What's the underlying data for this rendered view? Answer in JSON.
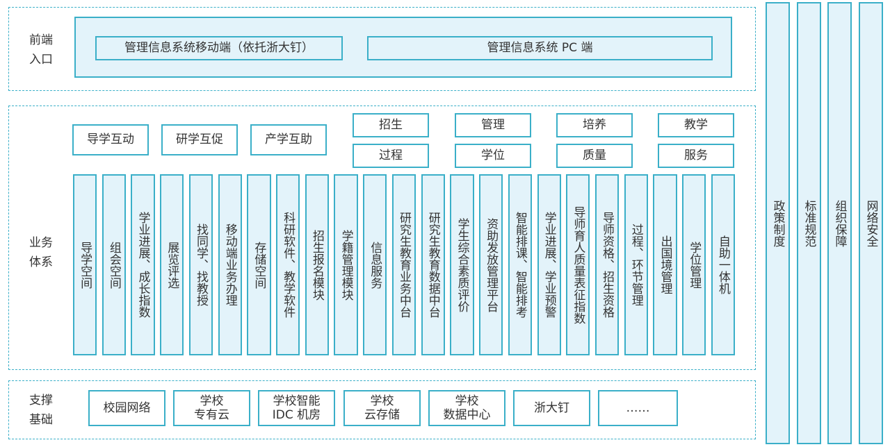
{
  "front": {
    "label": [
      "前端",
      "入口"
    ],
    "mobile": "管理信息系统移动端（依托浙大钉）",
    "pc": "管理信息系统 PC 端"
  },
  "business": {
    "label": [
      "业务",
      "体系"
    ],
    "top_items": [
      "导学互动",
      "研学互促",
      "产学互助"
    ],
    "pairs": [
      [
        "招生",
        "过程"
      ],
      [
        "管理",
        "学位"
      ],
      [
        "培养",
        "质量"
      ],
      [
        "教学",
        "服务"
      ]
    ],
    "columns": [
      "导学空间",
      "组会空间",
      "学业进展、成长指数",
      "展览评选",
      "找同学、找教授",
      "移动端业务办理",
      "存储空间",
      "科研软件、教学软件",
      "招生报名模块",
      "学籍管理模块",
      "信息服务",
      "研究生教育业务中台",
      "研究生教育数据中台",
      "学生综合素质评价",
      "资助发放管理平台",
      "智能排课、智能排考",
      "学业进展、学业预警",
      "导师育人质量表征指数",
      "导师资格、招生资格",
      "过程、环节管理",
      "出国境管理",
      "学位管理",
      "自助一体机"
    ]
  },
  "support": {
    "label": [
      "支撑",
      "基础"
    ],
    "items": [
      [
        "校园网络"
      ],
      [
        "学校",
        "专有云"
      ],
      [
        "学校智能",
        "IDC 机房"
      ],
      [
        "学校",
        "云存储"
      ],
      [
        "学校",
        "数据中心"
      ],
      [
        "浙大钉"
      ],
      [
        "……"
      ]
    ]
  },
  "guarantees": [
    "政策制度",
    "标准规范",
    "组织保障",
    "网络安全"
  ]
}
